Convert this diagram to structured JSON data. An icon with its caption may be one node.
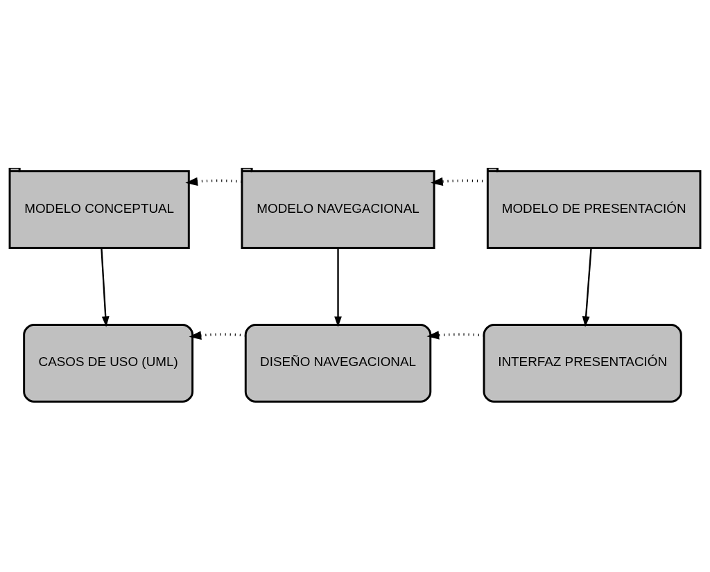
{
  "diagram": {
    "nodes": [
      {
        "text": [
          "MODELO CONCEPTUAL"
        ]
      },
      {
        "text": [
          "MODELO NAVEGACIONAL"
        ]
      },
      {
        "text": [
          "MODELO DE PRESENTACIÓN"
        ]
      },
      {
        "text": [
          "CASOS DE USO (UML)"
        ]
      },
      {
        "text": [
          "DISEÑO NAVEGACIONAL"
        ]
      },
      {
        "text": [
          "INTERFAZ PRESENTACIÓN"
        ]
      }
    ],
    "edges": [
      {
        "from": 1,
        "to": 0,
        "arrow": "to",
        "style": "dashed"
      },
      {
        "from": 2,
        "to": 1,
        "arrow": "to",
        "style": "dashed"
      },
      {
        "from": 0,
        "to": 3,
        "arrow": "to"
      },
      {
        "from": 1,
        "to": 4,
        "arrow": "to"
      },
      {
        "from": 2,
        "to": 5,
        "arrow": "to"
      },
      {
        "from": 4,
        "to": 3,
        "arrow": "to",
        "style": "dashed"
      },
      {
        "from": 5,
        "to": 4,
        "arrow": "to",
        "style": "dashed"
      }
    ]
  }
}
